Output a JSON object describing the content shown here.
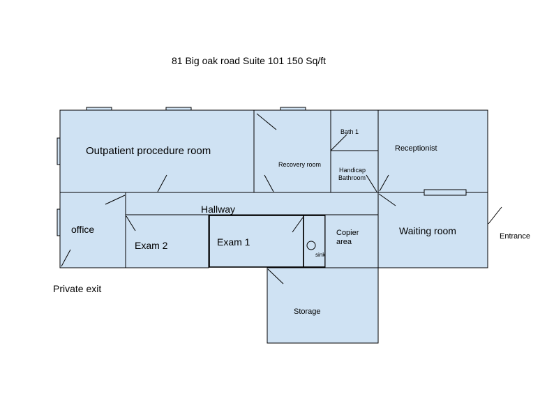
{
  "title": "81 Big oak road Suite 101 150 Sq/ft",
  "rooms": {
    "outpatient": "Outpatient procedure room",
    "recovery": "Recovery room",
    "bath1": "Bath 1",
    "handicap_line1": "Handicap",
    "handicap_line2": "Bathroom",
    "receptionist": "Receptionist",
    "hallway": "Hallway",
    "office": "office",
    "exam2": "Exam 2",
    "exam1": "Exam 1",
    "sink": "sink",
    "copier_line1": "Copier",
    "copier_line2": "area",
    "waiting": "Waiting room",
    "storage": "Storage"
  },
  "exits": {
    "entrance": "Entrance",
    "private_exit": "Private exit"
  }
}
